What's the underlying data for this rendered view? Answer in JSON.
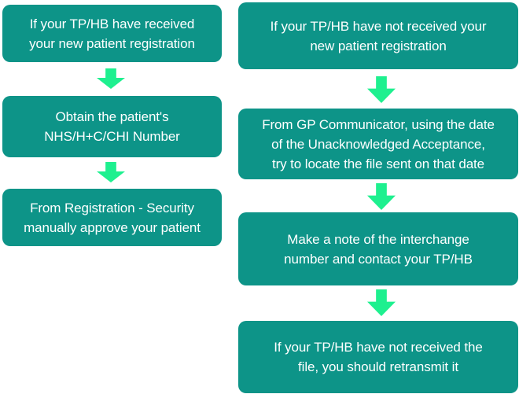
{
  "colors": {
    "background": "#FFFFFF",
    "box_fill": "#0D9488",
    "arrow_fill": "#1EF08F",
    "box_text": "#FFFFFF"
  },
  "flowchart": {
    "left": {
      "steps": [
        {
          "label": "If your TP/HB have received\nyour new patient registration"
        },
        {
          "label": "Obtain the patient's\nNHS/H+C/CHI Number"
        },
        {
          "label": "From Registration - Security\nmanually approve your patient"
        }
      ]
    },
    "right": {
      "steps": [
        {
          "label": "If your TP/HB have not received your\nnew patient registration"
        },
        {
          "label": "From GP Communicator, using the date\nof the Unacknowledged Acceptance,\ntry to locate the file sent on that date"
        },
        {
          "label": "Make a note of the interchange\nnumber and contact your TP/HB"
        },
        {
          "label": "If your TP/HB have not received the\nfile, you should retransmit it"
        }
      ]
    }
  }
}
